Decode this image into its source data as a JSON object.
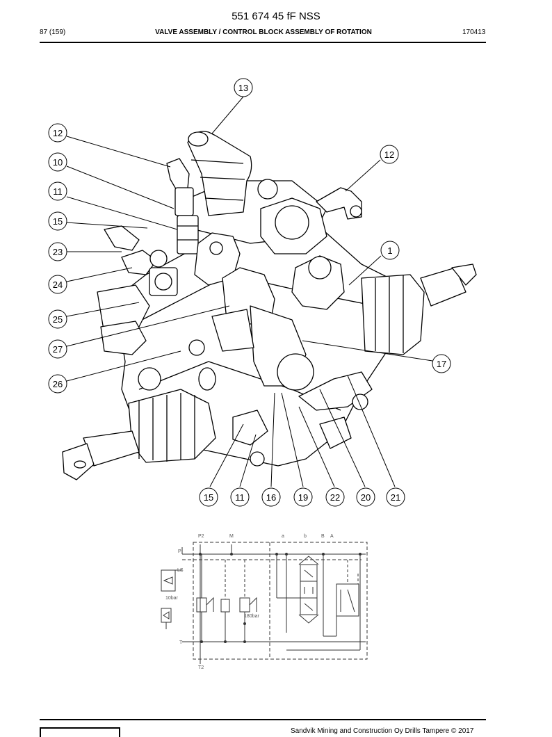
{
  "header": {
    "doc_code": "551 674 45 fF NSS",
    "page_number": "87 (159)",
    "section_title": "VALVE ASSEMBLY / CONTROL BLOCK ASSEMBLY OF ROTATION",
    "date_code": "170413"
  },
  "callouts": {
    "c13": "13",
    "c12a": "12",
    "c12b": "12",
    "c10": "10",
    "c11a": "11",
    "c15a": "15",
    "c23": "23",
    "c1": "1",
    "c24": "24",
    "c25": "25",
    "c27": "27",
    "c17": "17",
    "c26": "26",
    "b15": "15",
    "b11": "11",
    "b16": "16",
    "b19": "19",
    "b22": "22",
    "b20": "20",
    "b21": "21"
  },
  "hydraulic_diagram": {
    "port_p2": "P2",
    "port_m": "M",
    "port_a_lower": "a",
    "port_b_lower": "b",
    "port_b": "B",
    "port_a": "A",
    "port_p": "P",
    "port_ls": "LS",
    "port_t": "T",
    "port_t2": "T2",
    "relief_10": "10bar",
    "relief_180": "180bar"
  },
  "footer": {
    "copyright": "Sandvik Mining and Construction Oy Drills Tampere © 2017"
  }
}
